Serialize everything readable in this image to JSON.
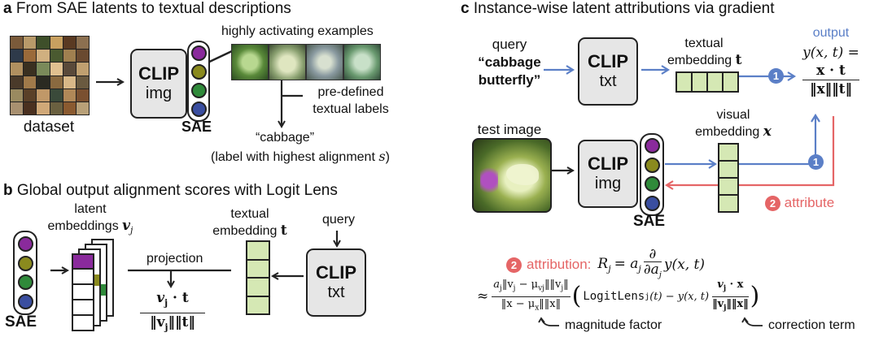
{
  "panel_a": {
    "title_letter": "a",
    "title_text": "From SAE latents to textual descriptions",
    "dataset_label": "dataset",
    "clip_bold": "CLIP",
    "clip_sub": "img",
    "sae_label": "SAE",
    "examples_label": "highly activating examples",
    "predefined_label_1": "pre-defined",
    "predefined_label_2": "textual labels",
    "result_label": "“cabbage”",
    "result_sub": "(label with highest alignment",
    "result_var": "s",
    "result_close": ")"
  },
  "panel_b": {
    "title_letter": "b",
    "title_text": "Global output alignment scores with Logit Lens",
    "sae_label": "SAE",
    "latent_label_1": "latent",
    "latent_label_2": "embeddings",
    "latent_var": "v",
    "latent_sub": "j",
    "projection_label": "projection",
    "proj_numerator": "v",
    "proj_num_sub": "j",
    "proj_num_rest": " · t",
    "proj_denominator": "‖v",
    "proj_den_sub": "j",
    "proj_den_rest": "‖‖t‖",
    "textual_label_1": "textual",
    "textual_label_2": "embedding",
    "textual_var": "t",
    "query_label": "query",
    "clip_bold": "CLIP",
    "clip_sub": "txt"
  },
  "panel_c": {
    "title_letter": "c",
    "title_text": "Instance-wise latent attributions via gradient",
    "query_label": "query",
    "query_text_1": "“cabbage",
    "query_text_2": "butterfly”",
    "clip_txt_bold": "CLIP",
    "clip_txt_sub": "txt",
    "textual_label_1": "textual",
    "textual_label_2": "embedding",
    "textual_var": "t",
    "output_label": "output",
    "output_expr_1": "y(x, t) =",
    "output_num": "x · t",
    "output_den": "‖x‖‖t‖",
    "test_image_label": "test image",
    "clip_img_bold": "CLIP",
    "clip_img_sub": "img",
    "sae_label": "SAE",
    "visual_label_1": "visual",
    "visual_label_2": "embedding",
    "visual_var": "x",
    "badge_1": "1",
    "badge_2": "2",
    "attribute_label": "attribute",
    "attribution_label": "attribution:",
    "attribution_formula": "R",
    "attribution_sub": "j",
    "attribution_rhs_a": "= a",
    "attribution_rhs_sub": "j",
    "attribution_partial_num": "∂",
    "attribution_partial_den": "∂a",
    "attribution_partial_den_sub": "j",
    "attribution_tail": "y(x, t)",
    "approx_symbol": "≈",
    "approx_num": "a",
    "approx_num_rest": "‖v",
    "approx_num_rest2": " − μ",
    "approx_num_rest3": "‖‖v",
    "approx_num_rest4": "‖",
    "approx_den": "‖x − μ",
    "approx_den_rest": "‖‖x‖",
    "logit_lens": "LogitLens",
    "logit_arg": "(t) − y(x, t)",
    "frac2_num": "v",
    "frac2_num_rest": " · x",
    "frac2_den": "‖v",
    "frac2_den_rest": "‖‖x‖",
    "magnitude_label": "magnitude factor",
    "correction_label": "correction term"
  },
  "colors": {
    "blue_arrow": "#5b7fc7",
    "red_arrow": "#e56566",
    "embedding_fill": "#d5e8b4",
    "clip_fill": "#e6e6e6",
    "latent_purple": "#8a2a9c",
    "latent_olive": "#8a8a1e",
    "latent_green": "#2f8a3a",
    "latent_blue": "#3a4ea0"
  }
}
